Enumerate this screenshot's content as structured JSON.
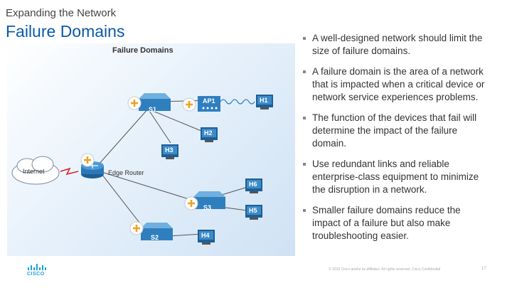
{
  "header": {
    "subtitle": "Expanding the Network",
    "title": "Failure Domains"
  },
  "figure": {
    "title": "Failure Domains",
    "labels": {
      "internet": "Internet",
      "edge_router": "Edge Router",
      "s1": "S1",
      "s2": "S2",
      "s3": "S3",
      "ap1": "AP1",
      "h1": "H1",
      "h2": "H2",
      "h3": "H3",
      "h4": "H4",
      "h5": "H5",
      "h6": "H6"
    },
    "colors": {
      "switch": "#2f7fbf",
      "router": "#2a78b8",
      "link": "#555555",
      "wan_link": "#e02020",
      "failure_marker": "#f0a020"
    }
  },
  "bullets": [
    "A well-designed network should limit the size of failure domains.",
    "A failure domain is the area of a network that is impacted when a critical device or network service experiences problems.",
    "The function of the devices that fail will determine the impact of the failure domain.",
    "Use redundant links and reliable enterprise-class equipment to minimize the disruption in a network.",
    "Smaller failure domains reduce the impact of a failure but also make troubleshooting easier."
  ],
  "footer": {
    "copyright": "© 2016  Cisco and/or its affiliates. All rights reserved.   Cisco Confidential",
    "page_number": "17",
    "logo_text": "CISCO"
  }
}
